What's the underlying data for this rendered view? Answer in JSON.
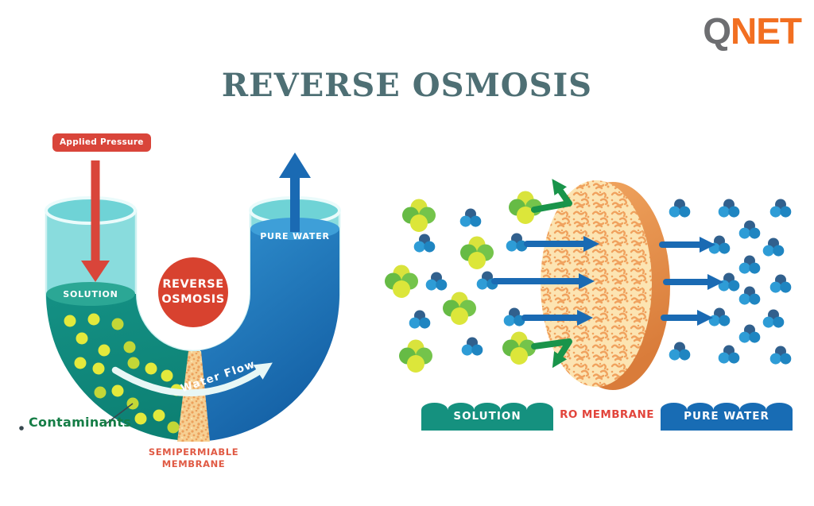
{
  "logo": {
    "q": "Q",
    "net": "NET"
  },
  "title": "REVERSE OSMOSIS",
  "utube": {
    "applied_pressure_label": "Applied Pressure",
    "solution_label": "SOLUTION",
    "pure_water_label": "PURE WATER",
    "center_circle_line1": "REVERSE",
    "center_circle_line2": "OSMOSIS",
    "water_flow_label": "Water Flow",
    "contaminants_label": "Contaminants",
    "membrane_label_line1": "SEMIPERMIABLE",
    "membrane_label_line2": "MEMBRANE"
  },
  "membrane_view": {
    "solution_label": "SOLUTION",
    "membrane_label": "RO MEMBRANE",
    "pure_water_label": "PURE WATER"
  },
  "colors": {
    "title": "#4e6f74",
    "qnet_gray": "#6d6e71",
    "qnet_orange": "#f26f21",
    "red": "#d9453a",
    "glass": "#89dcdd",
    "glass_rim": "#6fd3d6",
    "solution": "#119183",
    "solution_surface": "#2ba795",
    "water_surface": "#3e9fd8",
    "blue_arrow": "#1a6ab3",
    "ro_circle": "#d8422f",
    "green_arrow": "#19944a",
    "banner_green": "#15917f",
    "banner_blue": "#186cb4",
    "label_red": "#e2453c",
    "label_green": "#157d46",
    "membrane_label": "#e05a44",
    "sand_base": "#f6cf92",
    "sand_speck": "#eca15c",
    "membrane_face": "#fce4b2",
    "membrane_rim": "#e8914e",
    "dot": "#e3e93c",
    "dot2": "#c3d737",
    "lime": "#d9e33c",
    "lime2": "#dce63a",
    "leaf": "#66bb45",
    "leaf2": "#74c44b",
    "molec_dark": "#31608d",
    "molec_blue1": "#2e9cd6",
    "molec_blue2": "#1f85c1"
  }
}
